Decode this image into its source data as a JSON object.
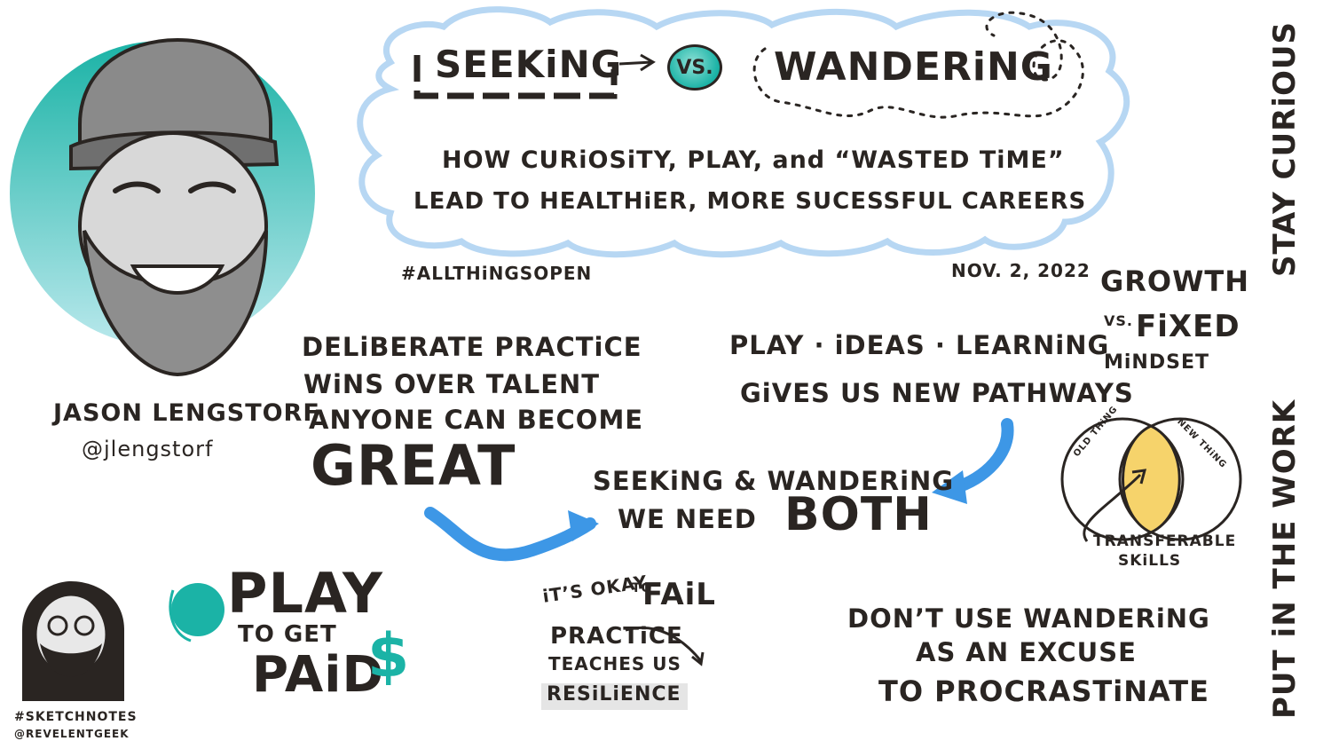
{
  "title": {
    "seeking": "SEEKiNG",
    "vs": "VS.",
    "wandering": "WANDERiNG",
    "subtitle_line1": "HOW CURiOSiTY, PLAY, and “WASTED TiME”",
    "subtitle_line2": "LEAD TO HEALTHiER, MORE SUCESSFUL CAREERS"
  },
  "event_tag": "#ALLTHiNGSOPEN",
  "date": "NOV. 2, 2022",
  "speaker": {
    "name": "JASON LENGSTORF",
    "handle": "@jlengstorf"
  },
  "practice_note": {
    "line1": "DELiBERATE PRACTiCE",
    "line2": "WiNS OVER TALENT",
    "line3": "ANYONE CAN BECOME",
    "line4": "GREAT"
  },
  "pathways_note": {
    "line1": "PLAY · iDEAS · LEARNiNG",
    "line2": "GiVES US NEW PATHWAYS"
  },
  "both_note": {
    "line1": "SEEKiNG & WANDERiNG",
    "line2": "WE NEED",
    "line3": "BOTH"
  },
  "mindset_note": {
    "line1": "GROWTH",
    "line2": "VS.",
    "line3": "FiXED",
    "line4": "MiNDSET"
  },
  "venn": {
    "left_label": "OLD THiNG",
    "right_label": "NEW THiNG",
    "caption_line1": "TRANSFERABLE",
    "caption_line2": "SKiLLS"
  },
  "vertical_right_top": "STAY CURiOUS",
  "vertical_right_bottom": "PUT iN THE WORK",
  "play_note": {
    "line1": "PLAY",
    "line2": "TO GET",
    "line3": "PAiD",
    "dollar": "$"
  },
  "fail_note": {
    "line1": "iT’S OKAY",
    "line2": "TO",
    "line3": "FAiL",
    "line4": "PRACTiCE",
    "line5": "TEACHES US",
    "line6": "RESiLiENCE"
  },
  "procrastinate_note": {
    "line1": "DON’T USE WANDERiNG",
    "line2": "AS AN EXCUSE",
    "line3": "TO PROCRASTiNATE"
  },
  "credit": {
    "line1": "#SKETCHNOTES",
    "line2": "@REVELENTGEEK"
  },
  "colors": {
    "teal": "#1bb3a6",
    "blue_arrow": "#3d97e6",
    "cloud_blue": "#b7d7f3",
    "ink": "#2a2522",
    "venn_yellow": "#f6d36b"
  }
}
